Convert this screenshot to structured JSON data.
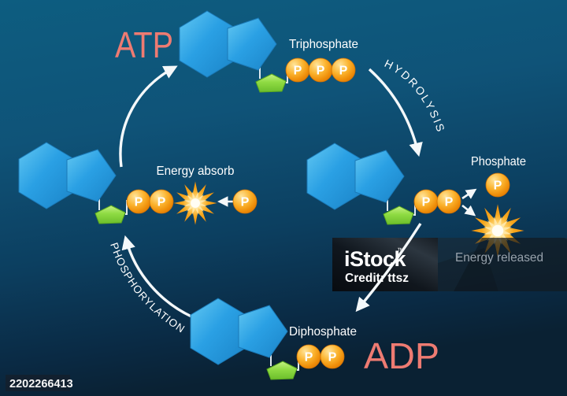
{
  "title_labels": {
    "atp": "ATP",
    "adp": "ADP"
  },
  "labels": {
    "triphosphate": "Triphosphate",
    "diphosphate": "Diphosphate",
    "phosphate": "Phosphate",
    "energy_absorb": "Energy absorb",
    "energy_released": "Energy released",
    "p": "P"
  },
  "process_labels": {
    "hydrolysis": "HYDROLYSIS",
    "phosphorylation": "PHOSPHORYLATION"
  },
  "watermark": {
    "brand": "iStock",
    "trademark": "™",
    "credit": "Credit: ttsz",
    "image_id": "2202266413"
  },
  "colors": {
    "background_top": "#0d5d80",
    "background_bottom": "#0a2133",
    "accent_text": "#ee7b72",
    "molecule_blue": "#2aa0e4",
    "sugar_green": "#8fdb43",
    "phosphate_orange": "#f9a61f",
    "burst_orange": "#f6a81f",
    "arrow_white": "#f4f8fa",
    "released_text_gray": "#98a2ac"
  }
}
